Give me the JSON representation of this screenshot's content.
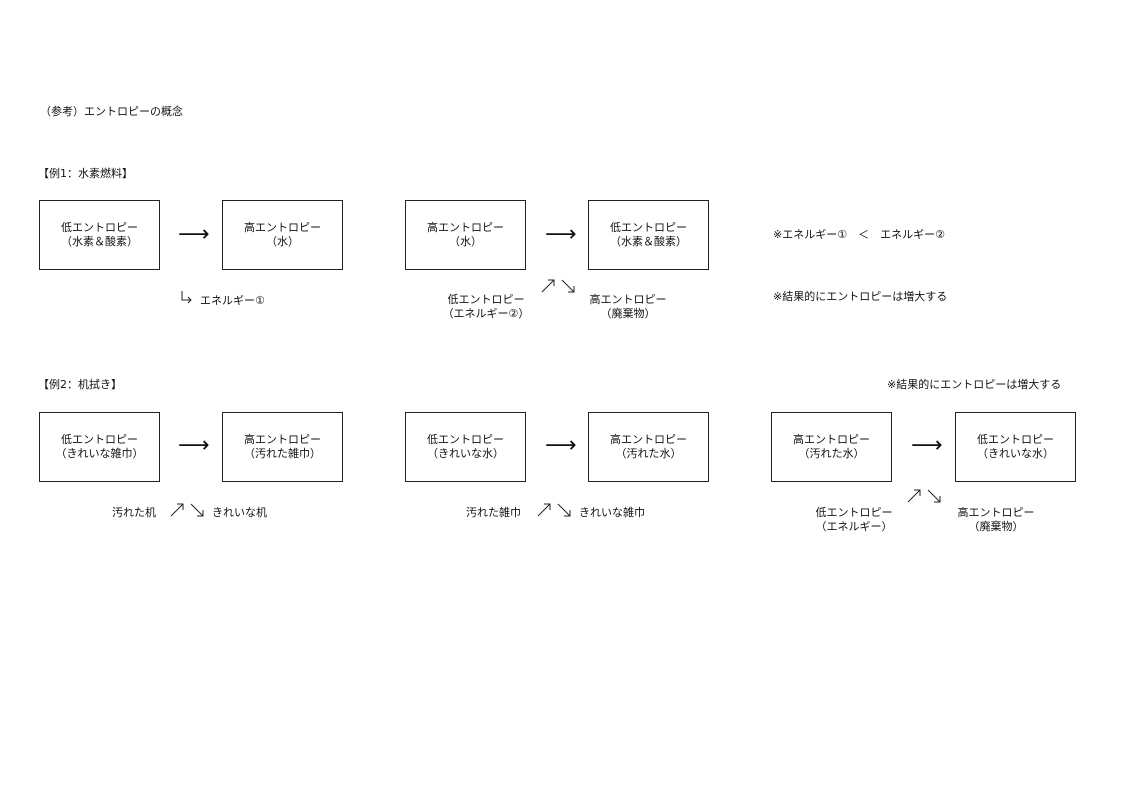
{
  "page_title": "（参考）エントロピーの概念",
  "example1": {
    "heading": "【例1：水素燃料】",
    "box1": [
      "低エントロピー",
      "（水素＆酸素）"
    ],
    "box2": [
      "高エントロピー",
      "（水）"
    ],
    "box3": [
      "高エントロピー",
      "（水）"
    ],
    "box4": [
      "低エントロピー",
      "（水素＆酸素）"
    ],
    "arrow": "⟶",
    "energy1_label": "エネルギー①",
    "input_label": [
      "低エントロピー",
      "（エネルギー②）"
    ],
    "output_label": [
      "高エントロピー",
      "（廃棄物）"
    ],
    "note_compare": "※エネルギー①　＜　エネルギー②",
    "note_result": "※結果的にエントロピーは増大する"
  },
  "example2": {
    "heading": "【例2：机拭き】",
    "note_result": "※結果的にエントロピーは増大する",
    "box1": [
      "低エントロピー",
      "（きれいな雑巾）"
    ],
    "box2": [
      "高エントロピー",
      "（汚れた雑巾）"
    ],
    "box3": [
      "低エントロピー",
      "（きれいな水）"
    ],
    "box4": [
      "高エントロピー",
      "（汚れた水）"
    ],
    "box5": [
      "高エントロピー",
      "（汚れた水）"
    ],
    "box6": [
      "低エントロピー",
      "（きれいな水）"
    ],
    "arrow": "⟶",
    "pair1_left": "汚れた机",
    "pair1_right": "きれいな机",
    "pair2_left": "汚れた雑巾",
    "pair2_right": "きれいな雑巾",
    "input_label": [
      "低エントロピー",
      "（エネルギー）"
    ],
    "output_label": [
      "高エントロピー",
      "（廃棄物）"
    ]
  }
}
